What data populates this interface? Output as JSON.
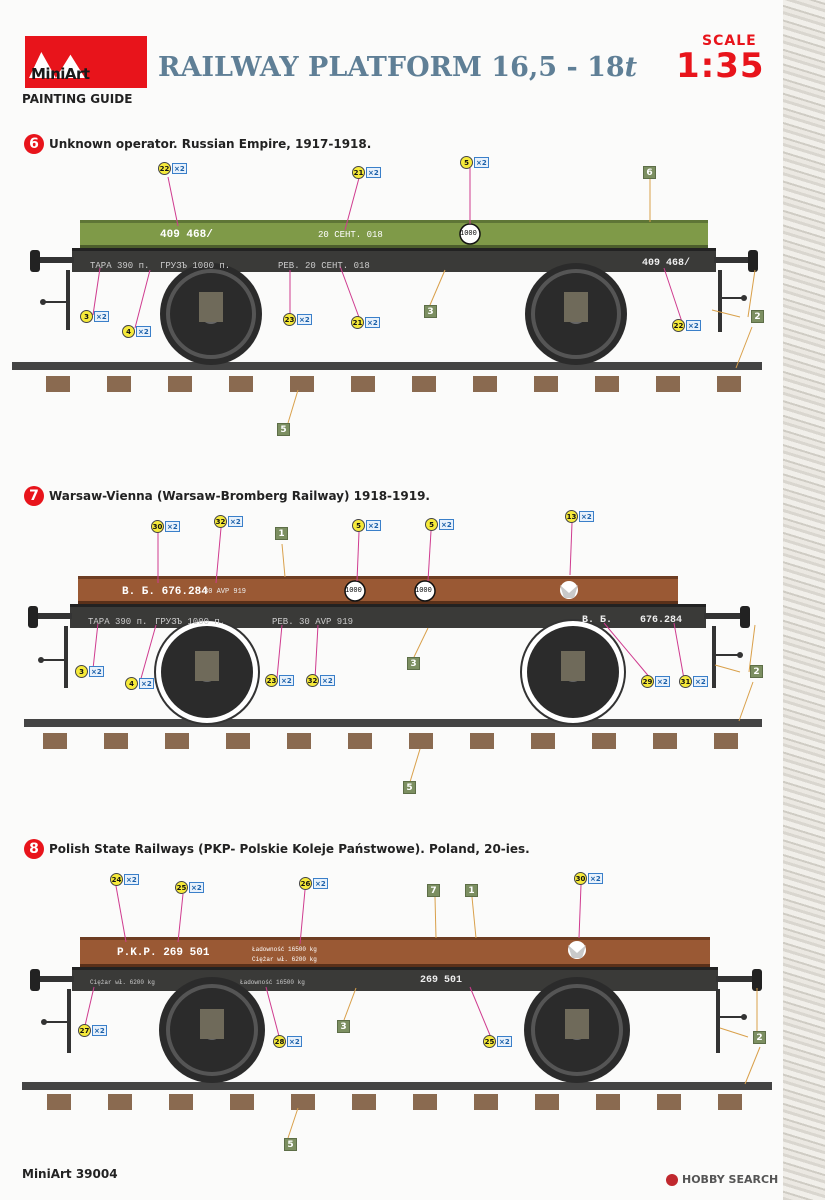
{
  "header": {
    "brand": "MiniArt",
    "title": "RAILWAY PLATFORM 16,5 - 18",
    "title_unit": "t",
    "subtitle": "PAINTING GUIDE",
    "scale_label": "SCALE",
    "scale_value": "1:35"
  },
  "colors": {
    "accent": "#e8141b",
    "title": "#5f7f96",
    "green_body": "#7f9a48",
    "brown_body": "#9a5934"
  },
  "sections": [
    {
      "number": "6",
      "title": "Unknown operator. Russian Empire, 1917-1918.",
      "body_color": "#7f9a48",
      "texts": {
        "side": "409 468/",
        "date": "20 СЕНТ. 018",
        "tara": "ТАРА 390 п.",
        "gruz": "ГРУЗЪ 1000 п.",
        "rev": "РЕВ. 20 СЕНТ. 018",
        "right": "409 468/",
        "plate": "1000"
      },
      "callouts": [
        {
          "n": "22",
          "m": "2"
        },
        {
          "n": "21",
          "m": "2"
        },
        {
          "n": "5",
          "m": "2"
        },
        {
          "n": "3",
          "m": "2"
        },
        {
          "n": "4",
          "m": "2"
        },
        {
          "n": "23",
          "m": "2"
        },
        {
          "n": "21",
          "m": "2"
        },
        {
          "n": "22",
          "m": "2"
        }
      ],
      "colors": [
        "6",
        "3",
        "2",
        "5"
      ]
    },
    {
      "number": "7",
      "title": "Warsaw-Vienna (Warsaw-Bromberg Railway) 1918-1919.",
      "body_color": "#9a5934",
      "texts": {
        "side": "В. Б. 676.284",
        "date": "30 AVP 919",
        "tara": "ТАРА 390 п.",
        "gruz": "ГРУЗЪ 1000 п.",
        "rev": "РЕВ. 30 AVP 919",
        "right_a": "В. Б.",
        "right_b": "676.284",
        "plate": "1000"
      },
      "callouts": [
        {
          "n": "30",
          "m": "2"
        },
        {
          "n": "32",
          "m": "2"
        },
        {
          "n": "5",
          "m": "2"
        },
        {
          "n": "5",
          "m": "2"
        },
        {
          "n": "13",
          "m": "2"
        },
        {
          "n": "3",
          "m": "2"
        },
        {
          "n": "4",
          "m": "2"
        },
        {
          "n": "23",
          "m": "2"
        },
        {
          "n": "32",
          "m": "2"
        },
        {
          "n": "29",
          "m": "2"
        },
        {
          "n": "31",
          "m": "2"
        }
      ],
      "colors": [
        "1",
        "3",
        "2",
        "5"
      ]
    },
    {
      "number": "8",
      "title": "Polish State Railways (PKP- Polskie Koleje Państwowe). Poland, 20-ies.",
      "body_color": "#9a5934",
      "texts": {
        "side": "P.K.P.   269 501",
        "lad": "Ładowność 16500 kg",
        "ciez": "Ciężar wł.    6200 kg",
        "ciez2": "Ciężar wł.    6200 kg",
        "lad2": "Ładowność 16500 kg",
        "right": "269 501"
      },
      "callouts": [
        {
          "n": "24",
          "m": "2"
        },
        {
          "n": "25",
          "m": "2"
        },
        {
          "n": "26",
          "m": "2"
        },
        {
          "n": "30",
          "m": "2"
        },
        {
          "n": "27",
          "m": "2"
        },
        {
          "n": "28",
          "m": "2"
        },
        {
          "n": "25",
          "m": "2"
        }
      ],
      "colors": [
        "7",
        "1",
        "3",
        "2",
        "5"
      ]
    }
  ],
  "footer": {
    "code": "MiniArt 39004",
    "watermark": "HOBBY SEARCH"
  }
}
